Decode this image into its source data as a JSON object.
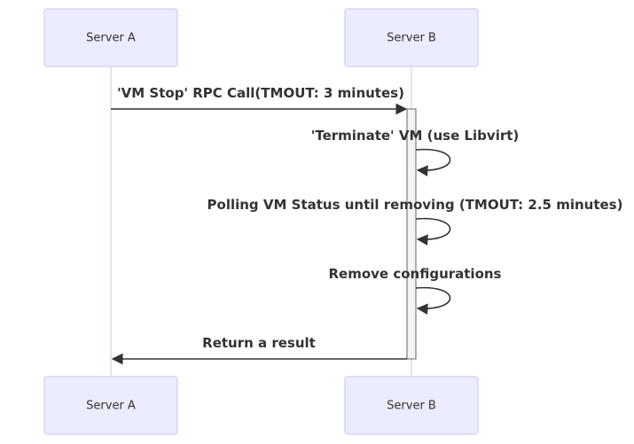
{
  "participants": [
    {
      "id": "A",
      "label": "Server A"
    },
    {
      "id": "B",
      "label": "Server B"
    }
  ],
  "messages": [
    {
      "from": "A",
      "to": "B",
      "label": "'VM Stop' RPC Call(TMOUT: 3 minutes)"
    },
    {
      "from": "B",
      "to": "B",
      "label": "'Terminate' VM (use Libvirt)"
    },
    {
      "from": "B",
      "to": "B",
      "label": "Polling VM Status until removing (TMOUT: 2.5 minutes)"
    },
    {
      "from": "B",
      "to": "B",
      "label": "Remove configurations"
    },
    {
      "from": "B",
      "to": "A",
      "label": "Return a result"
    }
  ]
}
